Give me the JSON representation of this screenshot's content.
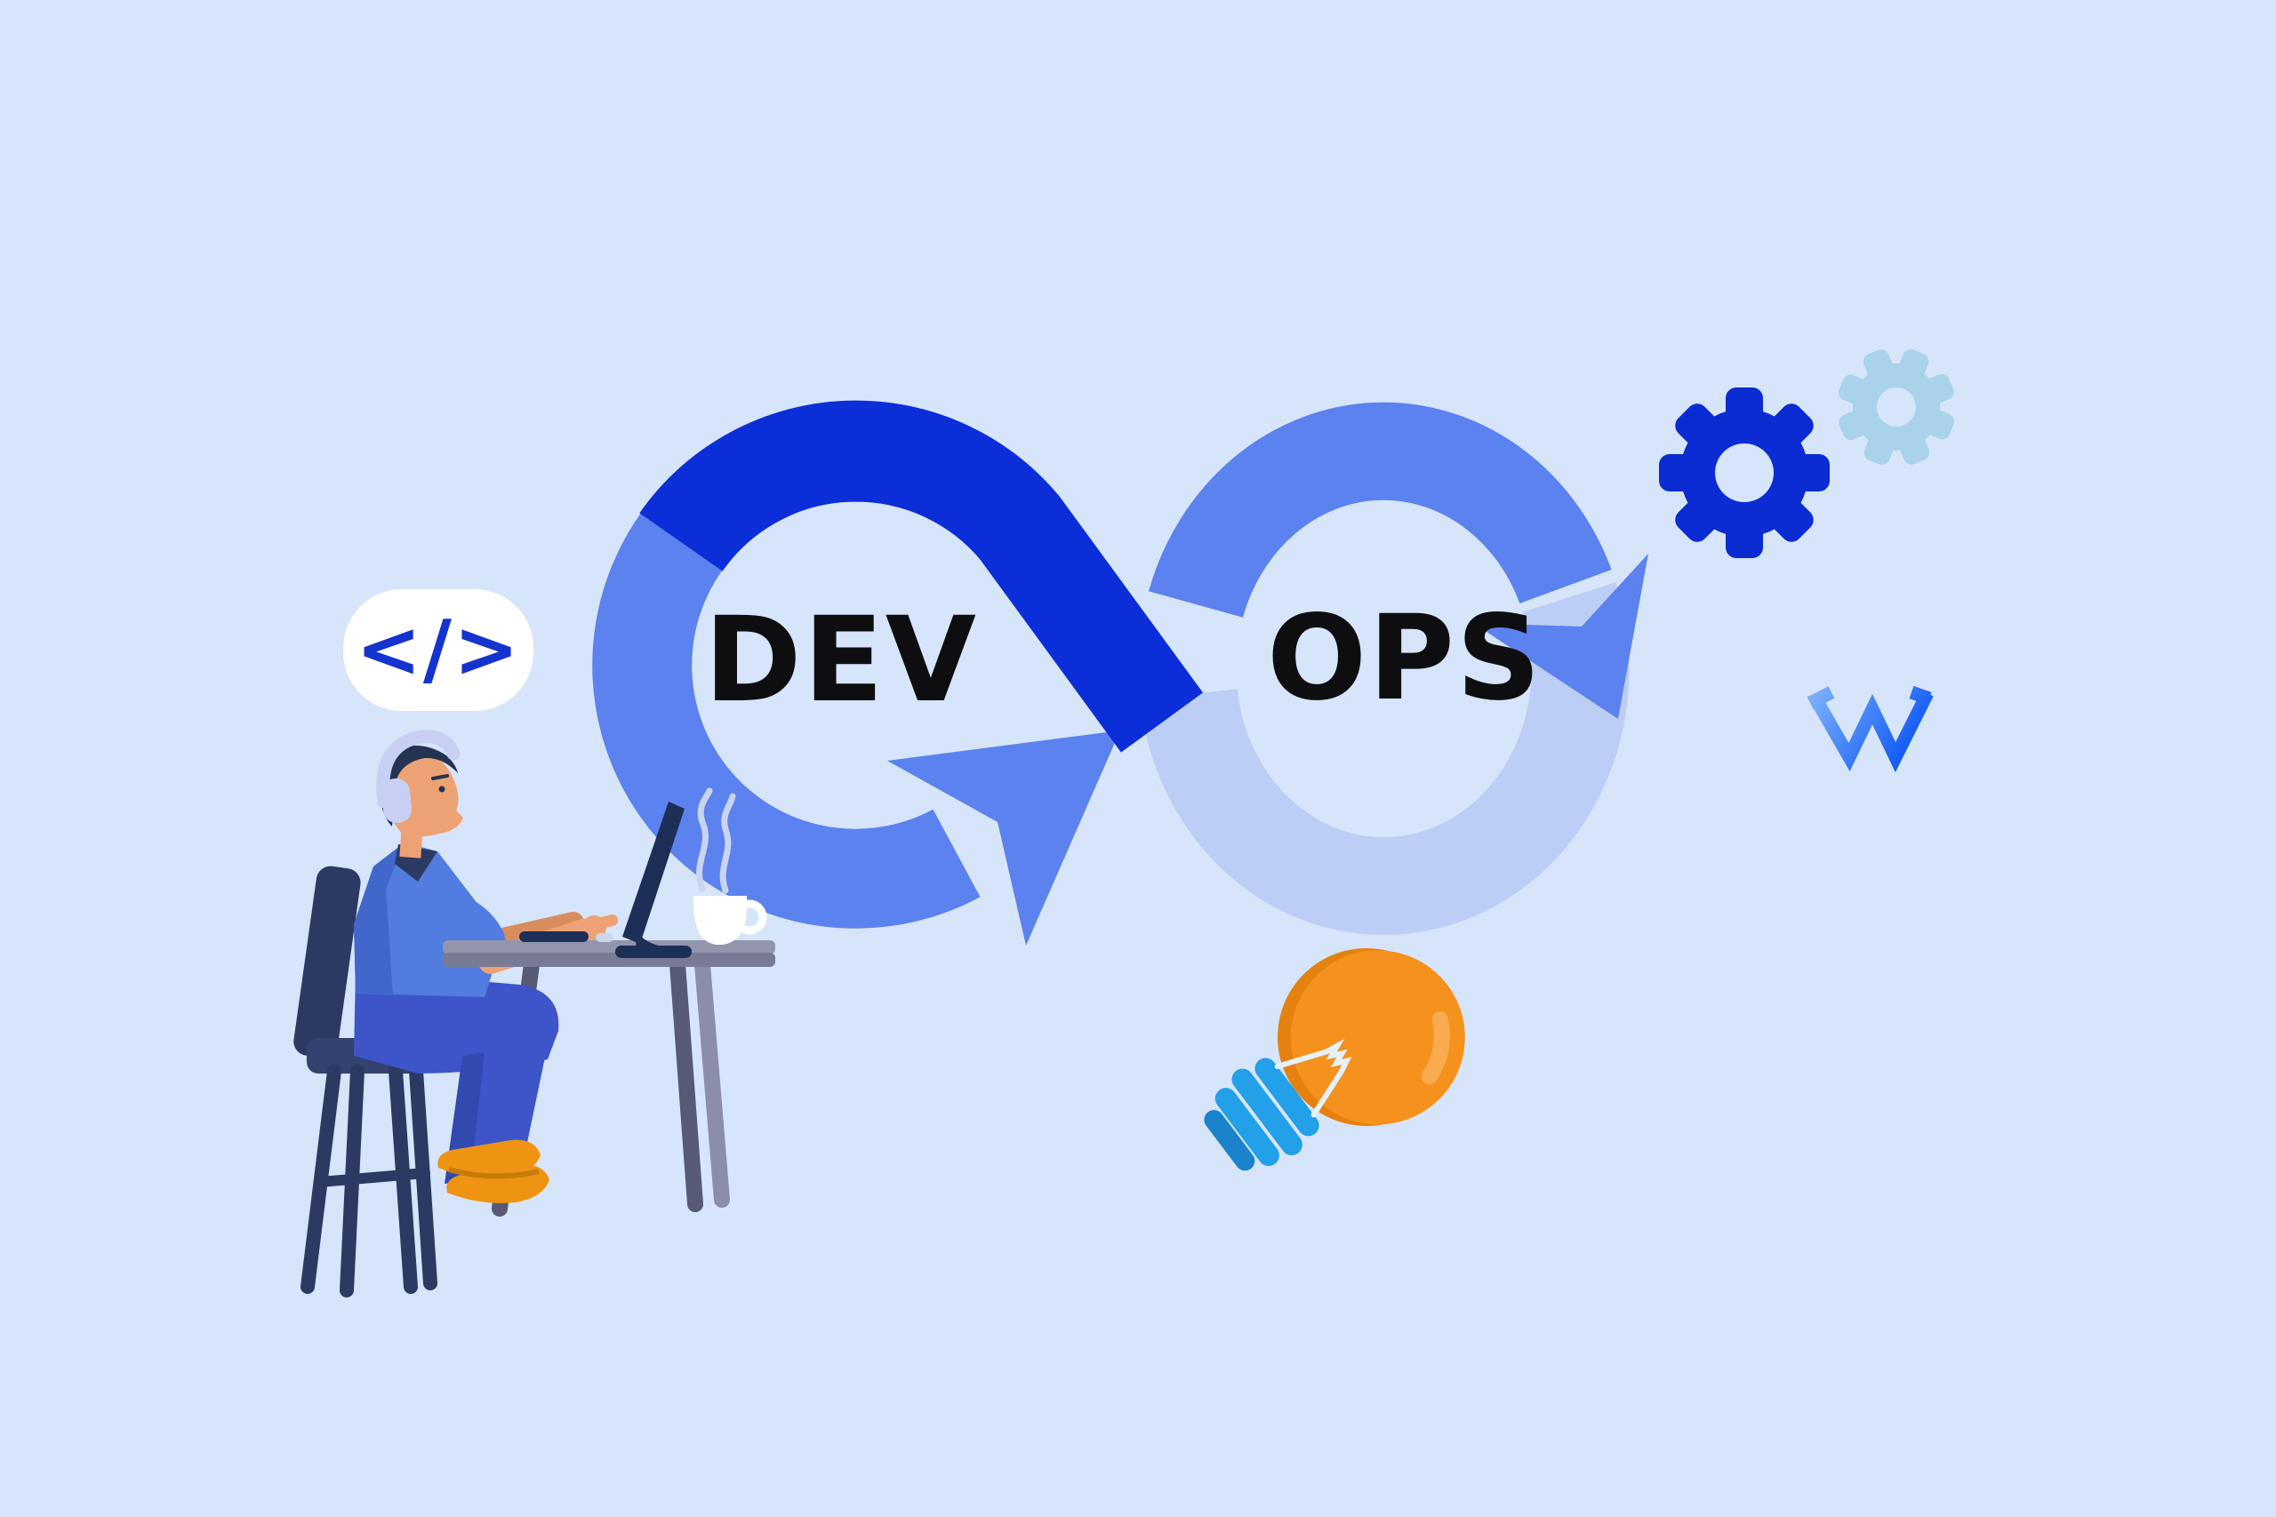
{
  "labels": {
    "dev": "DEV",
    "ops": "OPS",
    "code_symbol": "</>"
  },
  "palette": {
    "bg": "#d7e5fa",
    "blue-dark": "#0c2ed8",
    "blue-mid": "#5b82ee",
    "blue-light": "#bccef5",
    "ink": "#0e0e10",
    "white": "#ffffff",
    "code-blue": "#1433cf",
    "gear-dark": "#0a2cd2",
    "gear-light": "#a9d3ea",
    "w-blue-top": "#7db0fb",
    "w-blue-bottom": "#0a55f5",
    "orange": "#f4921d",
    "orange-dark": "#e5820f",
    "orange-light": "#f8ab4f",
    "bulb-base": "#22a0e8",
    "bulb-base-dark": "#1b82cc",
    "desk": "#9395ac",
    "desk-edge": "#787b93",
    "desk-leg-dark": "#565a75",
    "desk-leg-light": "#8b8ea6",
    "navy": "#1d2e57",
    "chair": "#2c3a63",
    "chair-seat": "#33426e",
    "shirt": "#527cdf",
    "shirt-dark": "#4166cc",
    "pants": "#3d55c9",
    "pants-dark": "#3249b0",
    "skin": "#eda275",
    "skin-dark": "#d88d5f",
    "hair": "#253352",
    "headphone": "#c7d0f2",
    "shoe": "#ef9412",
    "shoe-dark": "#c97a08",
    "steam": "#c9d5ef",
    "mouse": "#ccd6ee"
  },
  "icons": [
    "code-badge-icon",
    "infinity-loop",
    "dev-arrow",
    "ops-arrow",
    "gear-large-icon",
    "gear-small-icon",
    "w-logo-icon",
    "lightbulb-icon",
    "developer-at-desk",
    "monitor-icon",
    "coffee-mug-icon",
    "headphones-icon"
  ]
}
